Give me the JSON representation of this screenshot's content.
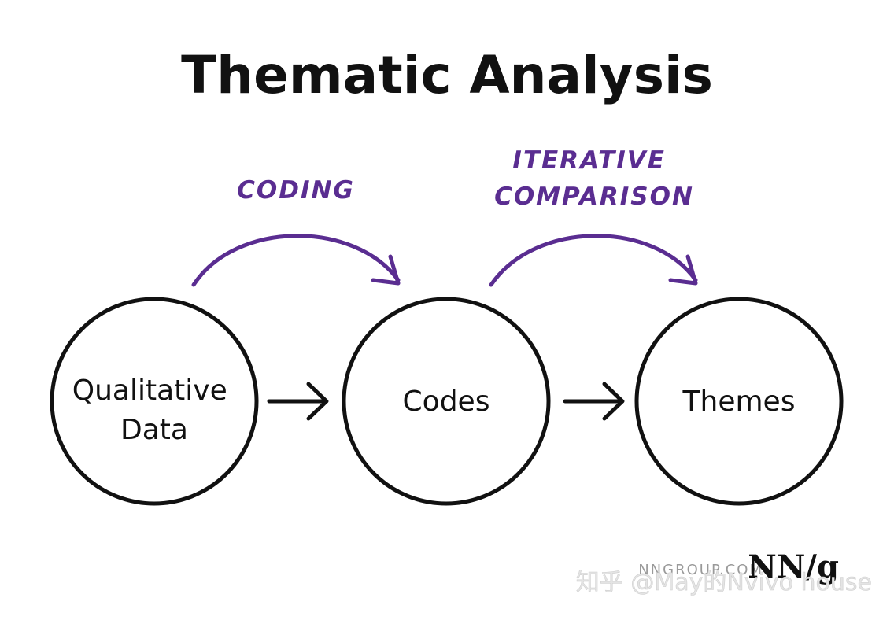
{
  "title": "Thematic Analysis",
  "nodes": [
    {
      "id": "qualitative-data",
      "lines": [
        "Qualitative",
        "Data"
      ]
    },
    {
      "id": "codes",
      "lines": [
        "Codes"
      ]
    },
    {
      "id": "themes",
      "lines": [
        "Themes"
      ]
    }
  ],
  "transitions": [
    {
      "lines": [
        "CODING"
      ]
    },
    {
      "lines": [
        "ITERATIVE",
        "COMPARISON"
      ]
    }
  ],
  "colors": {
    "text": "#111111",
    "accent": "#5a2d91"
  },
  "footer": {
    "site": "NNGROUP.COM",
    "logo": "NN/g",
    "watermark": "知乎 @May的Nvivo house"
  }
}
